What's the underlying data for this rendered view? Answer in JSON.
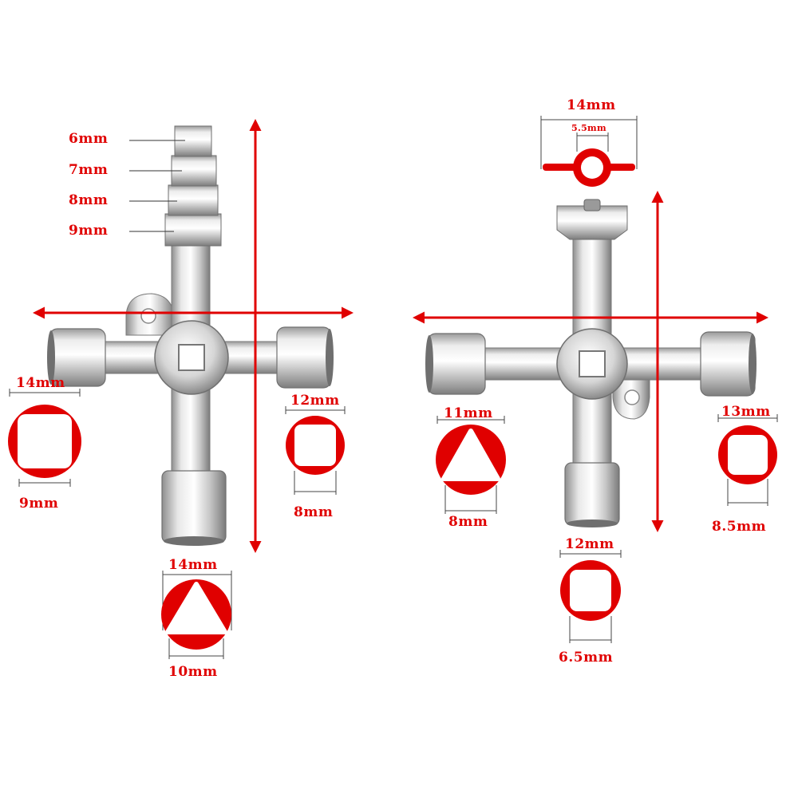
{
  "colors": {
    "annotation_red": "#e00000",
    "chrome_light": "#f4f4f4",
    "chrome_mid": "#c9c9c9",
    "chrome_dark": "#8a8a8a",
    "background": "#ffffff"
  },
  "left_key": {
    "step_labels": [
      "6mm",
      "7mm",
      "8mm",
      "9mm"
    ],
    "left_socket": {
      "outer": "14mm",
      "inner": "9mm",
      "shape": "square"
    },
    "right_socket": {
      "outer": "12mm",
      "inner": "8mm",
      "shape": "square"
    },
    "bottom_socket": {
      "outer": "14mm",
      "inner": "10mm",
      "shape": "triangle"
    }
  },
  "right_key": {
    "top_fitting": {
      "outer": "14mm",
      "inner": "5.5mm",
      "shape": "double-bit"
    },
    "left_socket": {
      "outer": "11mm",
      "inner": "8mm",
      "shape": "triangle"
    },
    "right_socket": {
      "outer": "13mm",
      "inner": "8.5mm",
      "shape": "square"
    },
    "bottom_socket": {
      "outer": "12mm",
      "inner": "6.5mm",
      "shape": "square"
    }
  }
}
